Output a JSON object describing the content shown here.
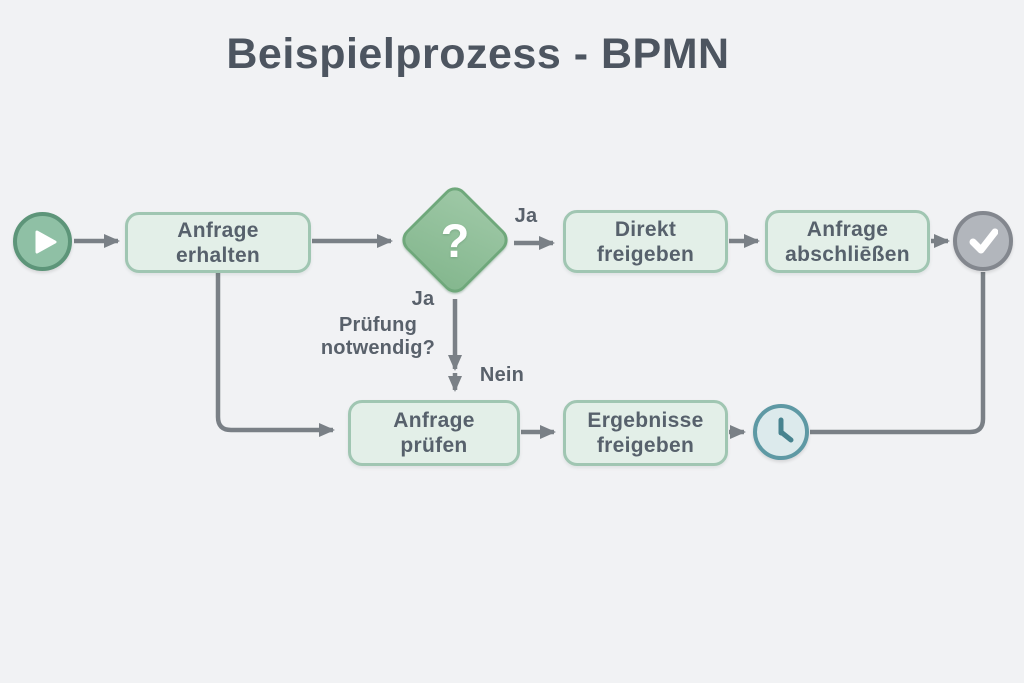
{
  "title": "Beispielprozess - BPMN",
  "colors": {
    "background": "#f1f2f4",
    "title_text": "#4d5560",
    "task_fill": "#e3efe8",
    "task_border": "#a0c6b2",
    "task_text": "#57616c",
    "gateway_fill": "#8fbf98",
    "gateway_border": "#6fa87b",
    "connector": "#7a8086",
    "start_event_fill": "#8fc0a5",
    "start_event_border": "#5d9579",
    "end_event_fill": "#b2b6bc",
    "end_event_border": "#83878e",
    "timer_event_fill": "#dceaec",
    "timer_event_border": "#5e99a4",
    "icon_color": "#ffffff"
  },
  "diagram": {
    "start_event": {
      "icon": "play-icon"
    },
    "end_event": {
      "icon": "check-icon"
    },
    "timer_event": {
      "icon": "clock-icon"
    },
    "gateway": {
      "symbol": "?",
      "question_line1": "Prüfung",
      "question_line2": "notwendig?"
    },
    "tasks": [
      {
        "line1": "Anfrage",
        "line2": "erhalten"
      },
      {
        "line1": "Direkt",
        "line2": "freigeben"
      },
      {
        "line1": "Anfrage",
        "line2": "abschliēßen"
      },
      {
        "line1": "Anfrage",
        "line2": "prüfen"
      },
      {
        "line1": "Ergebnisse",
        "line2": "freigeben"
      }
    ],
    "edge_labels": {
      "ja_top": "Ja",
      "ja_bottom": "Ja",
      "nein": "Nein"
    }
  }
}
